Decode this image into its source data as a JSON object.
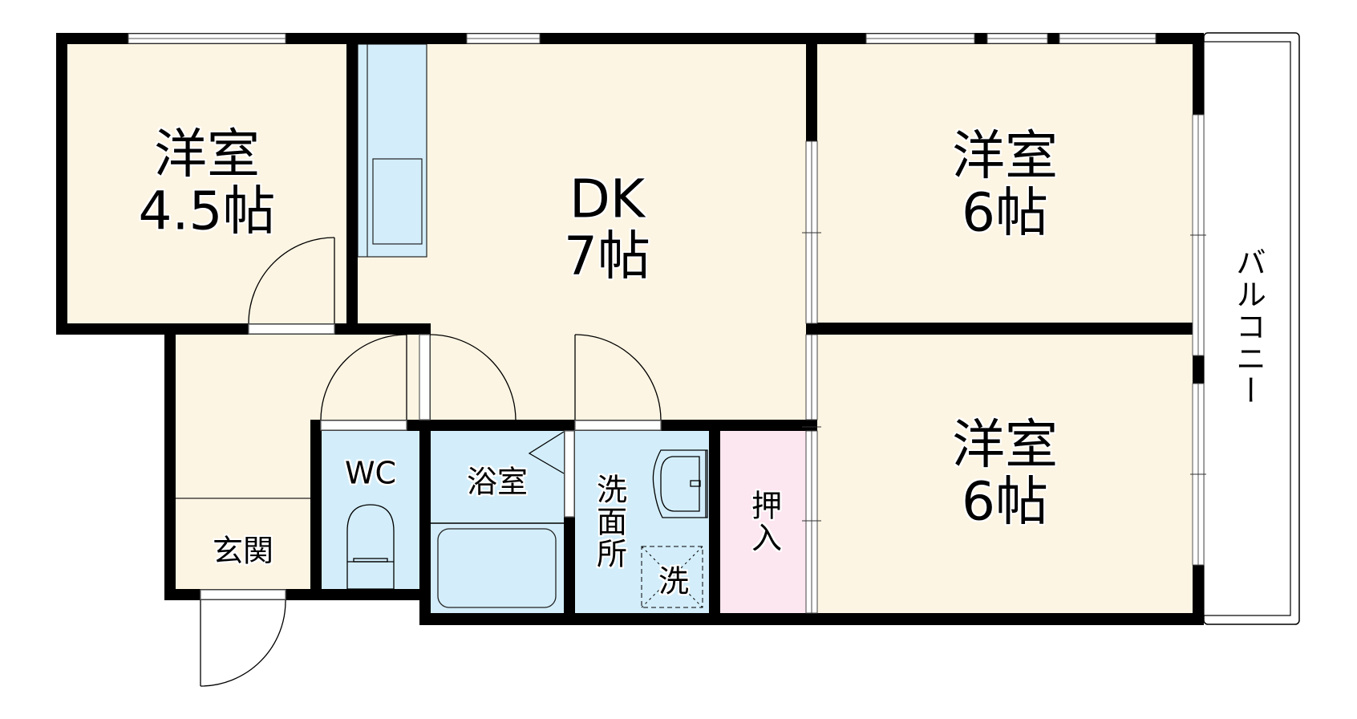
{
  "title": "Floor plan 3DK",
  "colors": {
    "wall": "#000000",
    "room_fill": "#FDF5E3",
    "wet_fill": "#D3EEFA",
    "closet_fill": "#FCE6EF",
    "window_fill": "#FFFFFF",
    "balcony_fill": "#FFFFFF"
  },
  "rooms": {
    "western_4_5": {
      "name": "洋室",
      "size": "4.5帖"
    },
    "dk": {
      "name": "DK",
      "size": "7帖"
    },
    "western_6_top": {
      "name": "洋室",
      "size": "6帖"
    },
    "western_6_bottom": {
      "name": "洋室",
      "size": "6帖"
    },
    "entrance": {
      "name": "玄関"
    },
    "wc": {
      "name": "WC"
    },
    "bath": {
      "name": "浴室"
    },
    "washroom": {
      "name": "洗面所"
    },
    "washer": {
      "name": "洗"
    },
    "closet": {
      "name": "押入"
    },
    "balcony": {
      "name": "バルコニー"
    }
  },
  "fixtures": [
    "kitchen-counter",
    "sink",
    "toilet",
    "bathtub",
    "wash-basin",
    "washing-machine-space"
  ]
}
